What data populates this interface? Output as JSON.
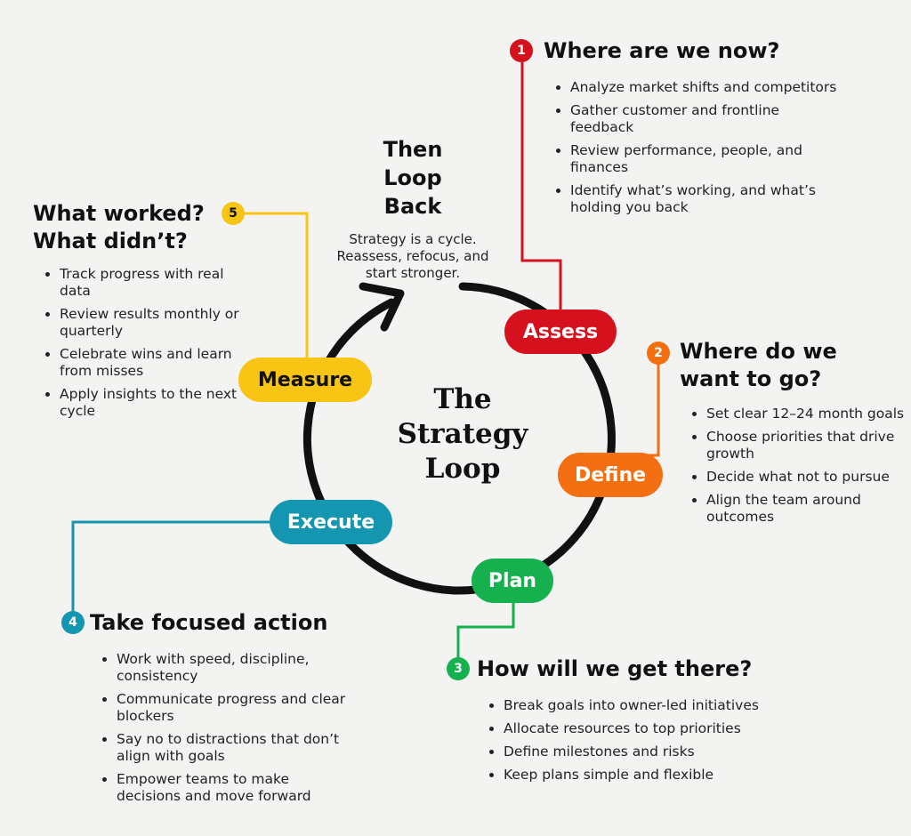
{
  "title": "The Strategy Loop",
  "loop_back": {
    "heading": "Then Loop Back",
    "text": "Strategy is a cycle. Reassess, refocus, and start stronger."
  },
  "colors": {
    "assess": "#d5111e",
    "define": "#f36f12",
    "plan": "#16b04f",
    "execute": "#1596b0",
    "measure": "#f8c515",
    "line": "#111111"
  },
  "steps": [
    {
      "number": "1",
      "label": "Assess",
      "heading": "Where are we now?",
      "bullets": [
        "Analyze market shifts and competitors",
        "Gather customer and frontline feedback",
        "Review performance, people, and finances",
        "Identify what’s working, and what’s holding you back"
      ]
    },
    {
      "number": "2",
      "label": "Define",
      "heading": "Where do we want to go?",
      "bullets": [
        "Set clear 12–24 month goals",
        "Choose priorities that drive growth",
        "Decide what not to pursue",
        "Align the team around outcomes"
      ]
    },
    {
      "number": "3",
      "label": "Plan",
      "heading": "How will we get there?",
      "bullets": [
        "Break goals into owner-led initiatives",
        "Allocate resources to top priorities",
        "Define milestones and risks",
        "Keep plans simple and flexible"
      ]
    },
    {
      "number": "4",
      "label": "Execute",
      "heading": "Take focused action",
      "bullets": [
        "Work with speed, discipline, consistency",
        "Communicate progress and clear blockers",
        "Say no to distractions that don’t align with goals",
        "Empower teams to make decisions and move forward"
      ]
    },
    {
      "number": "5",
      "label": "Measure",
      "heading": "What worked? What didn’t?",
      "bullets": [
        "Track progress with real data",
        "Review results monthly or quarterly",
        "Celebrate wins and learn from misses",
        "Apply insights to the next cycle"
      ]
    }
  ]
}
